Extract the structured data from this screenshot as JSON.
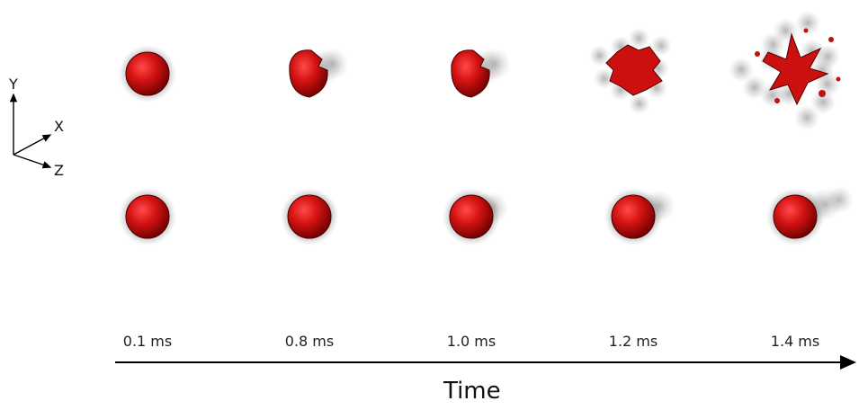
{
  "axes_key": {
    "y": "Y",
    "x": "X",
    "z": "Z"
  },
  "time_axis": {
    "title": "Time",
    "labels": [
      "0.1 ms",
      "0.8 ms",
      "1.0 ms",
      "1.2 ms",
      "1.4 ms"
    ]
  },
  "colors": {
    "droplet": "#d01010",
    "droplet_highlight": "#ff3a3a",
    "droplet_edge": "#5a0000",
    "mist": "#8a8a8a"
  },
  "frames": [
    {
      "time": "0.1 ms",
      "top_state": "intact-sphere",
      "bottom_state": "intact-sphere"
    },
    {
      "time": "0.8 ms",
      "top_state": "deforming",
      "bottom_state": "intact-sphere-with-wake"
    },
    {
      "time": "1.0 ms",
      "top_state": "deforming",
      "bottom_state": "intact-sphere-with-wake"
    },
    {
      "time": "1.2 ms",
      "top_state": "fragmenting",
      "bottom_state": "intact-sphere-with-wake"
    },
    {
      "time": "1.4 ms",
      "top_state": "breakup",
      "bottom_state": "intact-sphere-with-wake"
    }
  ]
}
